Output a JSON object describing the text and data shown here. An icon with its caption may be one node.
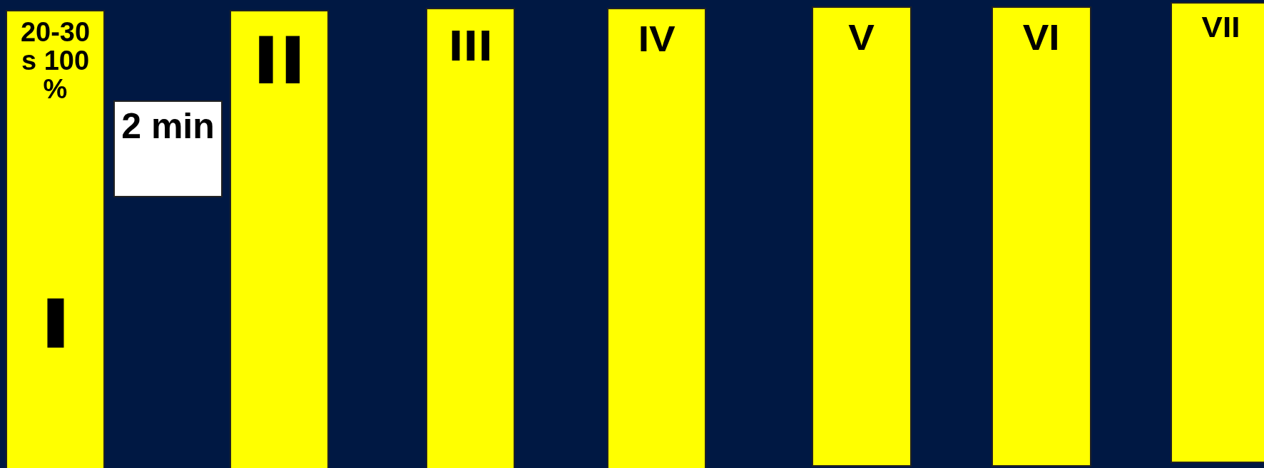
{
  "diagram": {
    "nodes": [
      {
        "text": [
          "20-30 s 100 %",
          "I"
        ]
      },
      {
        "text": [
          "2 min"
        ]
      },
      {
        "text": [
          "II"
        ]
      },
      {
        "text": [
          "III"
        ]
      },
      {
        "text": [
          "IV"
        ]
      },
      {
        "text": [
          "V"
        ]
      },
      {
        "text": [
          "VI"
        ]
      },
      {
        "text": [
          "VII"
        ]
      }
    ]
  }
}
